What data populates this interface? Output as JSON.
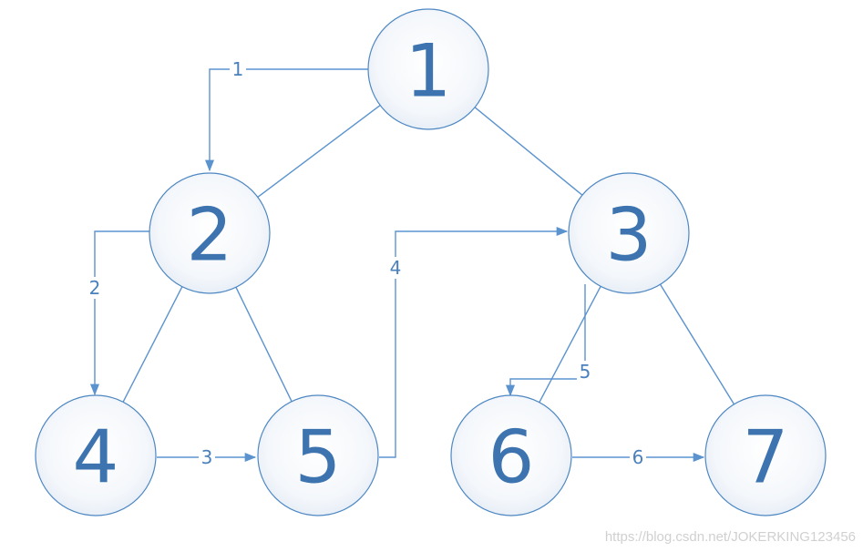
{
  "nodes": [
    {
      "id": "1",
      "label": "1"
    },
    {
      "id": "2",
      "label": "2"
    },
    {
      "id": "3",
      "label": "3"
    },
    {
      "id": "4",
      "label": "4"
    },
    {
      "id": "5",
      "label": "5"
    },
    {
      "id": "6",
      "label": "6"
    },
    {
      "id": "7",
      "label": "7"
    }
  ],
  "tree_edges": [
    {
      "from": "1",
      "to": "2"
    },
    {
      "from": "1",
      "to": "3"
    },
    {
      "from": "2",
      "to": "4"
    },
    {
      "from": "2",
      "to": "5"
    },
    {
      "from": "3",
      "to": "6"
    },
    {
      "from": "3",
      "to": "7"
    }
  ],
  "traversal_steps": [
    {
      "step": "1",
      "from": "1",
      "to": "2"
    },
    {
      "step": "2",
      "from": "2",
      "to": "4"
    },
    {
      "step": "3",
      "from": "4",
      "to": "5"
    },
    {
      "step": "4",
      "from": "5",
      "to": "3"
    },
    {
      "step": "5",
      "from": "3",
      "to": "6"
    },
    {
      "step": "6",
      "from": "6",
      "to": "7"
    }
  ],
  "colors": {
    "node_stroke": "#4d87c2",
    "node_text": "#3d74b0",
    "edge": "#5b93cf",
    "node_fill_center": "#ffffff",
    "node_fill_edge": "#e6edf6"
  },
  "watermark": "https://blog.csdn.net/JOKERKING123456"
}
